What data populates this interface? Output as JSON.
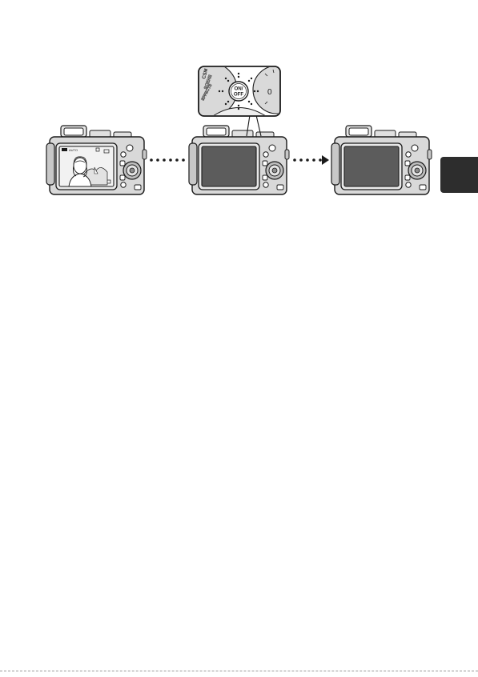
{
  "diagram": {
    "zoom_button_label_line1": "ON/",
    "zoom_button_label_line2": "OFF",
    "dial_mode_csm": "CSM",
    "dial_mode_scene": "SCENE",
    "dial_mode_effects": "EFFECTS",
    "dial_value_zero": "0",
    "lcd_mode_label": "AUTO"
  },
  "colors": {
    "ink": "#1a1a1a",
    "screen_dark": "#5c5c5c",
    "screen_light": "#f2f2f2",
    "body_gray": "#d9d9d9",
    "side_tab": "#2d2d2d"
  }
}
